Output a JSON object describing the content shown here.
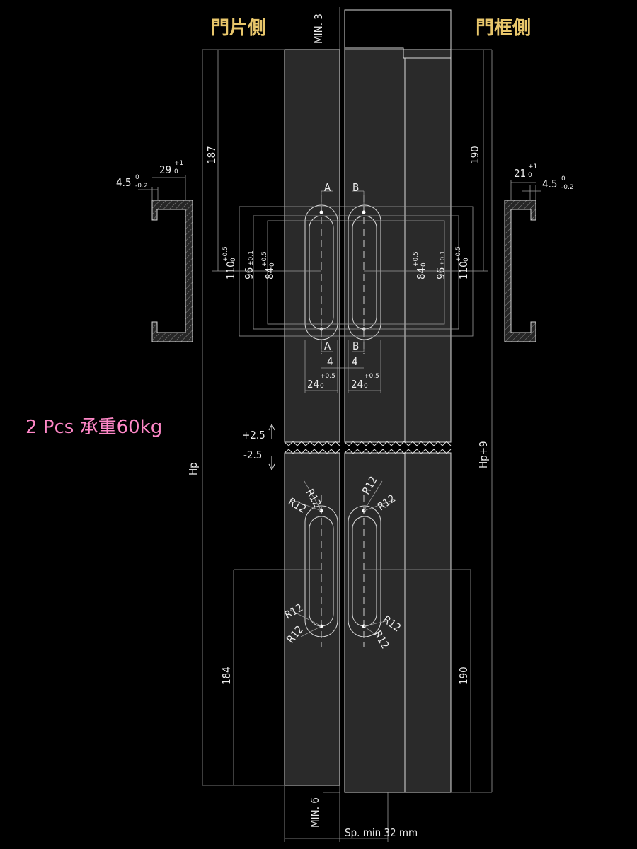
{
  "labels": {
    "door_side": "門片側",
    "frame_side": "門框側",
    "load_rating": "2 Pcs  承重60kg",
    "min3": "MIN. 3",
    "min6": "MIN. 6",
    "spacing": "Sp. min 32 mm",
    "hp": "Hp",
    "hp9": "Hp+9",
    "section_a": "A",
    "section_b": "B"
  },
  "dimensions": {
    "d187": "187",
    "d190_top": "190",
    "d184": "184",
    "d190_bottom": "190",
    "d110": "110",
    "d96": "96",
    "d84": "84",
    "d24": "24",
    "d4": "4",
    "d29": "29",
    "d21": "21",
    "d45": "4.5",
    "plus25": "+2.5",
    "minus25": "-2.5",
    "r12": "R12"
  },
  "tolerances": {
    "plus05": "+0.5",
    "zero": "0",
    "pm01": "±0.1",
    "plus1": "+1",
    "minus02": "-0.2"
  }
}
